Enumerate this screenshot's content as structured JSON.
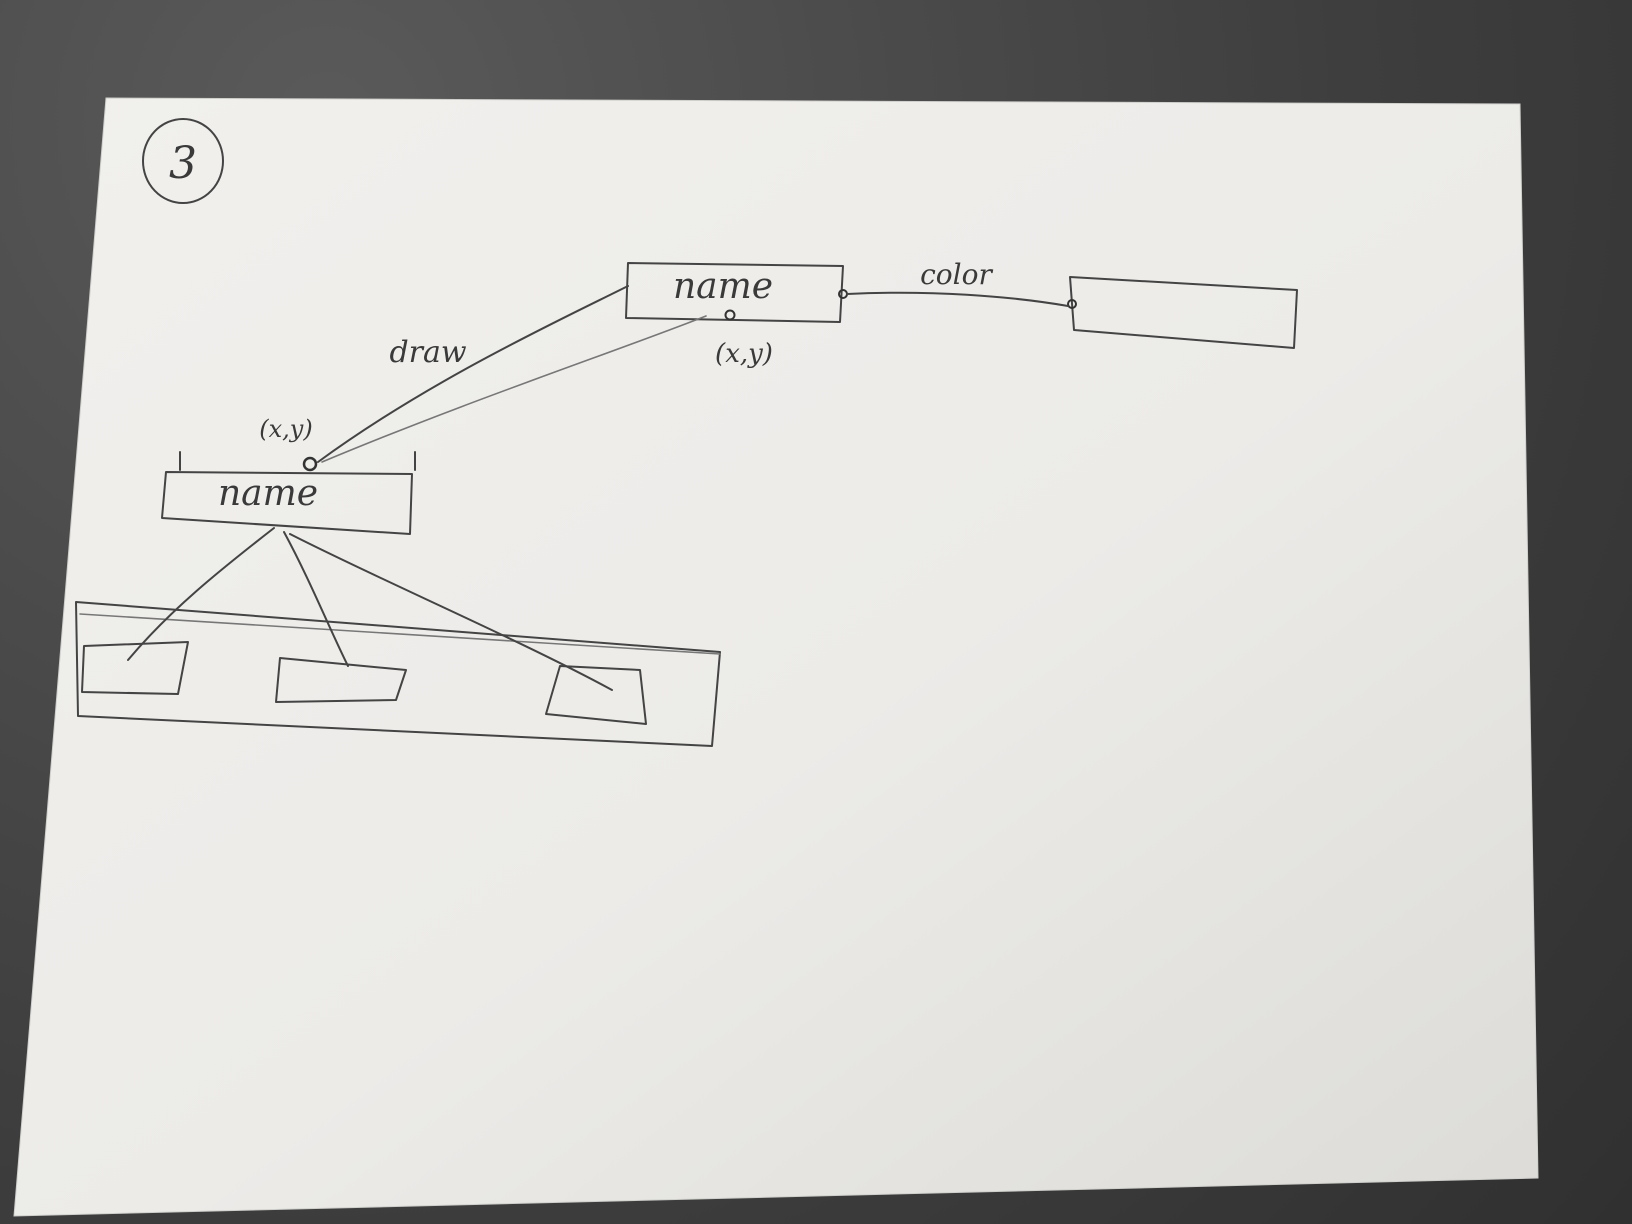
{
  "page_number": "3",
  "nodes": {
    "top_node_label": "name",
    "left_node_label": "name",
    "right_node_label": ""
  },
  "edge_labels": {
    "draw": "draw",
    "color": "color"
  },
  "coordinates": {
    "top_node": "(x,y)",
    "left_node": "(x,y)"
  },
  "child_boxes": [
    "",
    "",
    ""
  ]
}
